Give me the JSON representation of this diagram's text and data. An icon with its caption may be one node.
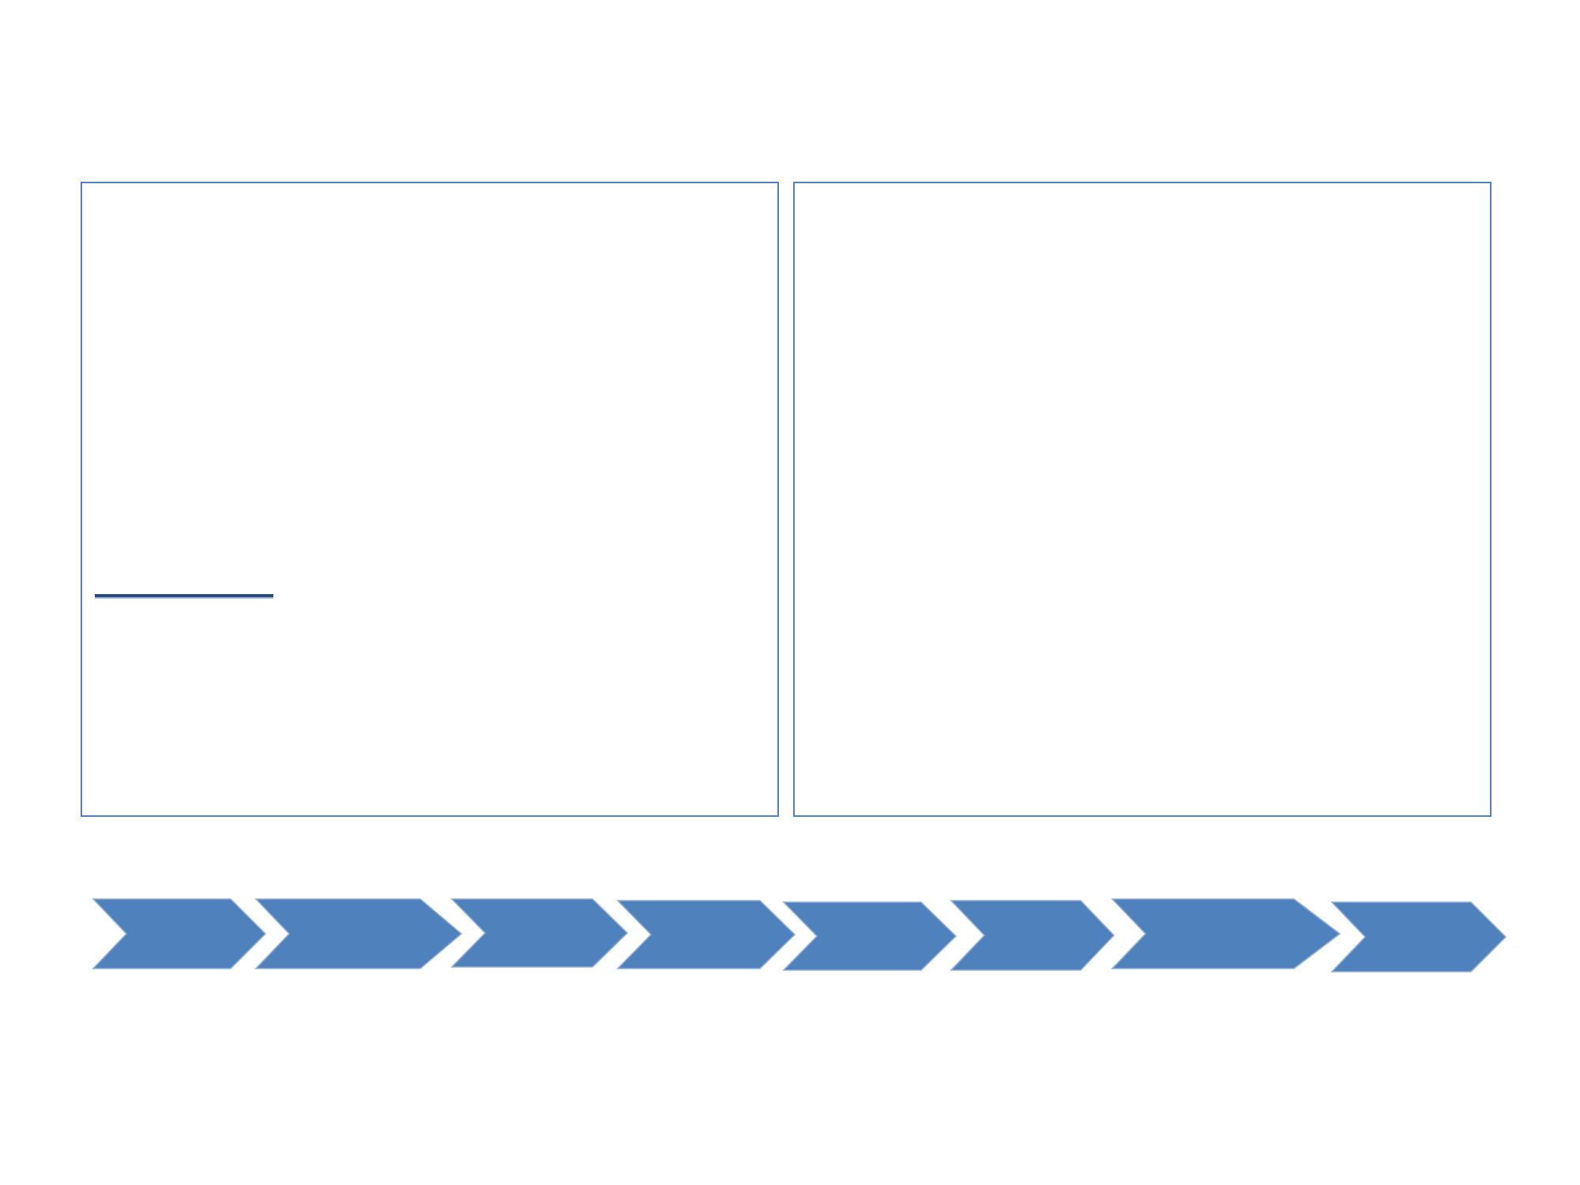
{
  "diagram": {
    "nodes": [
      {
        "text": [],
        "shape": "box"
      },
      {
        "text": [],
        "shape": "box"
      },
      {
        "text": [],
        "shape": "chevron"
      },
      {
        "text": [],
        "shape": "chevron"
      },
      {
        "text": [],
        "shape": "chevron"
      },
      {
        "text": [],
        "shape": "chevron"
      },
      {
        "text": [],
        "shape": "chevron"
      },
      {
        "text": [],
        "shape": "chevron"
      },
      {
        "text": [],
        "shape": "chevron"
      },
      {
        "text": [],
        "shape": "chevron"
      }
    ],
    "edges": [
      {
        "from": 2,
        "to": 4,
        "arrow": "to"
      },
      {
        "from": 3,
        "to": 5,
        "arrow": "to"
      },
      {
        "from": 4,
        "to": 6,
        "arrow": "to"
      },
      {
        "from": 5,
        "to": 7,
        "arrow": "to"
      },
      {
        "from": 6,
        "to": 8,
        "arrow": "to"
      },
      {
        "from": 7,
        "to": 9,
        "arrow": "to"
      }
    ]
  }
}
